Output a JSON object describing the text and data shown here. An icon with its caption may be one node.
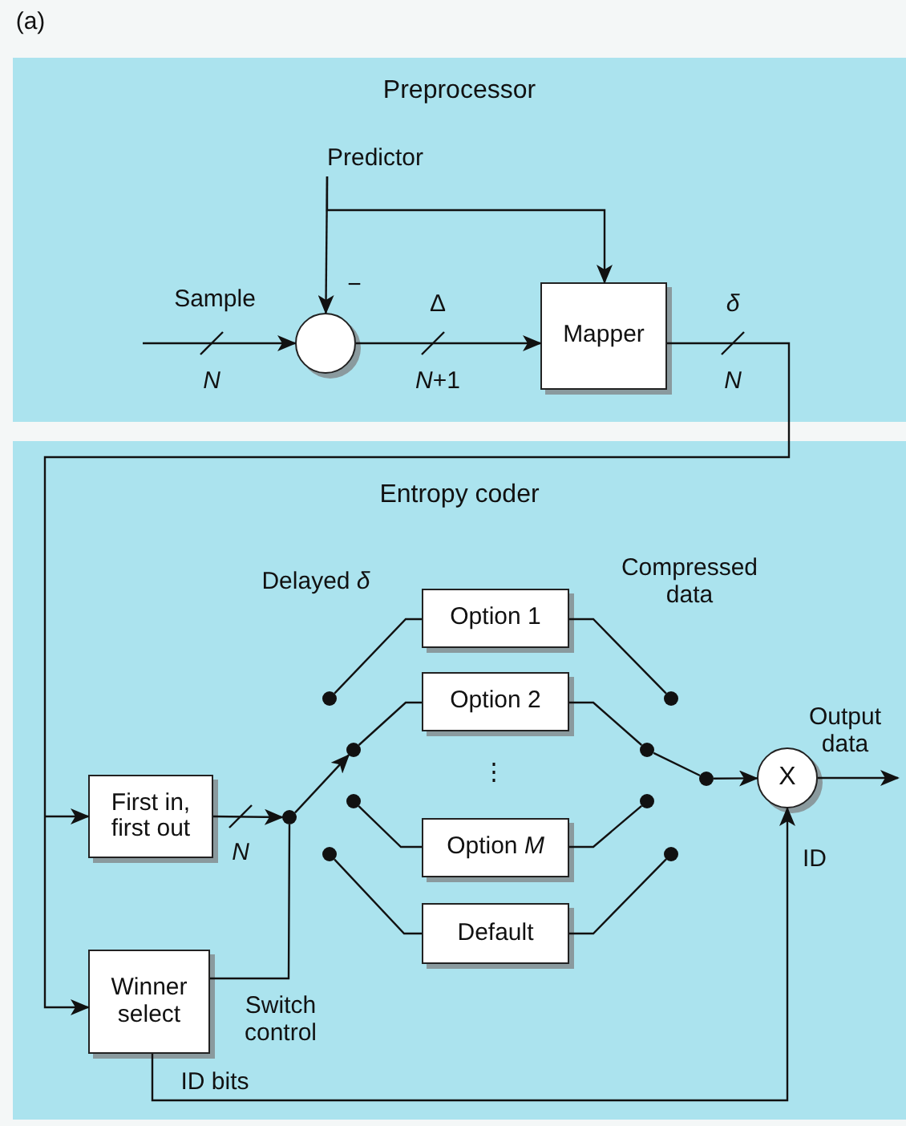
{
  "diagram": {
    "nodes": [
      {
        "text": [
          "Preprocessor"
        ]
      },
      {
        "text": [
          "Predictor"
        ],
        "in": 0
      },
      {
        "text": [],
        "shape": "circle",
        "in": 0
      },
      {
        "text": [
          "Mapper"
        ],
        "in": 0
      },
      {
        "text": [
          "Entropy coder"
        ]
      },
      {
        "text": [
          "First in, first out"
        ],
        "in": 4
      },
      {
        "text": [
          "Winner select"
        ],
        "in": 4
      },
      {
        "text": [
          "Option 1"
        ],
        "in": 4
      },
      {
        "text": [
          "Option 2"
        ],
        "in": 4
      },
      {
        "text": [
          "Option *M*"
        ],
        "in": 4
      },
      {
        "text": [
          "Default"
        ],
        "in": 4
      },
      {
        "text": [
          "X"
        ],
        "in": 4
      },
      {
        "text": [],
        "shape": "circle",
        "in": 4
      },
      {
        "text": [],
        "shape": "circle",
        "in": 4
      },
      {
        "text": [],
        "shape": "circle",
        "in": 4
      },
      {
        "text": [],
        "shape": "circle",
        "in": 4
      },
      {
        "text": [],
        "shape": "circle",
        "in": 4
      },
      {
        "text": [],
        "shape": "circle",
        "in": 4
      },
      {
        "text": [],
        "shape": "circle",
        "in": 4
      },
      {
        "text": [],
        "shape": "circle",
        "in": 4
      },
      {
        "text": [],
        "shape": "circle",
        "in": 4
      },
      {
        "text": [],
        "shape": "circle",
        "in": 4
      }
    ],
    "edges": [
      {
        "from": null,
        "to": 2,
        "arrow": "to",
        "label": "Sample"
      },
      {
        "from": 1,
        "to": 2,
        "arrow": "to"
      },
      {
        "from": 1,
        "to": 3,
        "arrow": "to"
      },
      {
        "from": 2,
        "to": 3,
        "arrow": "to",
        "label": "Δ"
      },
      {
        "from": 3,
        "to": 5,
        "arrow": "to",
        "label": "δ"
      },
      {
        "from": 3,
        "to": 6,
        "arrow": "to"
      },
      {
        "from": 5,
        "to": 12,
        "arrow": "to"
      },
      {
        "from": 12,
        "to": 14,
        "arrow": "to"
      },
      {
        "from": 6,
        "to": 12,
        "arrow": "none",
        "label": "Switch control"
      },
      {
        "from": 13,
        "to": 7,
        "arrow": "none"
      },
      {
        "from": 14,
        "to": 8,
        "arrow": "none"
      },
      {
        "from": 15,
        "to": 9,
        "arrow": "none"
      },
      {
        "from": 16,
        "to": 10,
        "arrow": "none"
      },
      {
        "from": 7,
        "to": 17,
        "arrow": "none"
      },
      {
        "from": 8,
        "to": 18,
        "arrow": "none"
      },
      {
        "from": 9,
        "to": 19,
        "arrow": "none"
      },
      {
        "from": 10,
        "to": 20,
        "arrow": "none"
      },
      {
        "from": 18,
        "to": 21,
        "arrow": "none"
      },
      {
        "from": 21,
        "to": 11,
        "arrow": "to"
      },
      {
        "from": 11,
        "to": null,
        "arrow": "to",
        "label": "Output data"
      },
      {
        "from": 6,
        "to": 11,
        "arrow": "to",
        "label": "ID bits"
      }
    ],
    "labels": [
      "(a)",
      "−",
      "N",
      "*N*+1",
      "N",
      "Delayed *δ*",
      "Compressed data",
      "⋮",
      "N",
      "ID"
    ]
  }
}
